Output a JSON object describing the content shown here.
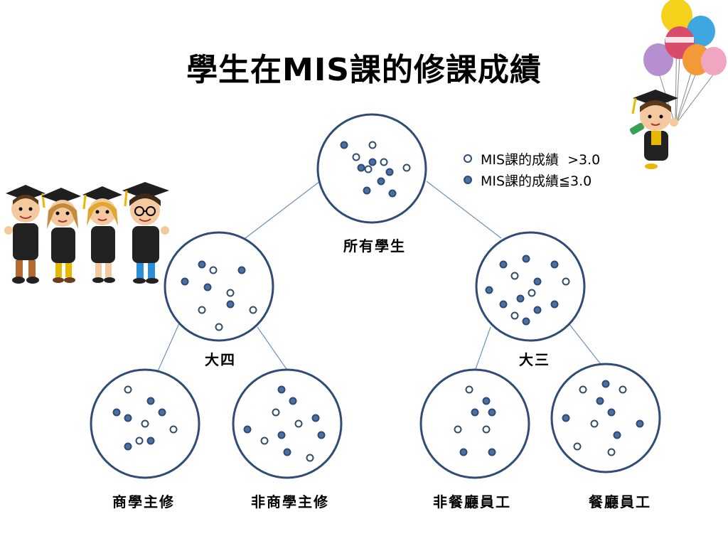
{
  "title": "學生在MIS課的修課成績",
  "legend": {
    "high": "MIS課的成績  >3.0",
    "low": "MIS課的成績≦3.0"
  },
  "colors": {
    "circle_stroke": "#2f4b76",
    "dot_fill": "#4a6fa5",
    "dot_stroke": "#2f4b76",
    "hollow_fill": "#ffffff",
    "line": "#6f8fbf"
  },
  "nodes": {
    "root": "所有學生",
    "senior": "大四",
    "junior": "大三",
    "business": "商學主修",
    "non_business": "非商學主修",
    "non_restaurant": "非餐廳員工",
    "restaurant": "餐廳員工"
  },
  "illustrations": {
    "graduates": "graduate-students-cartoon",
    "balloons": "graduate-with-balloons-cartoon"
  }
}
